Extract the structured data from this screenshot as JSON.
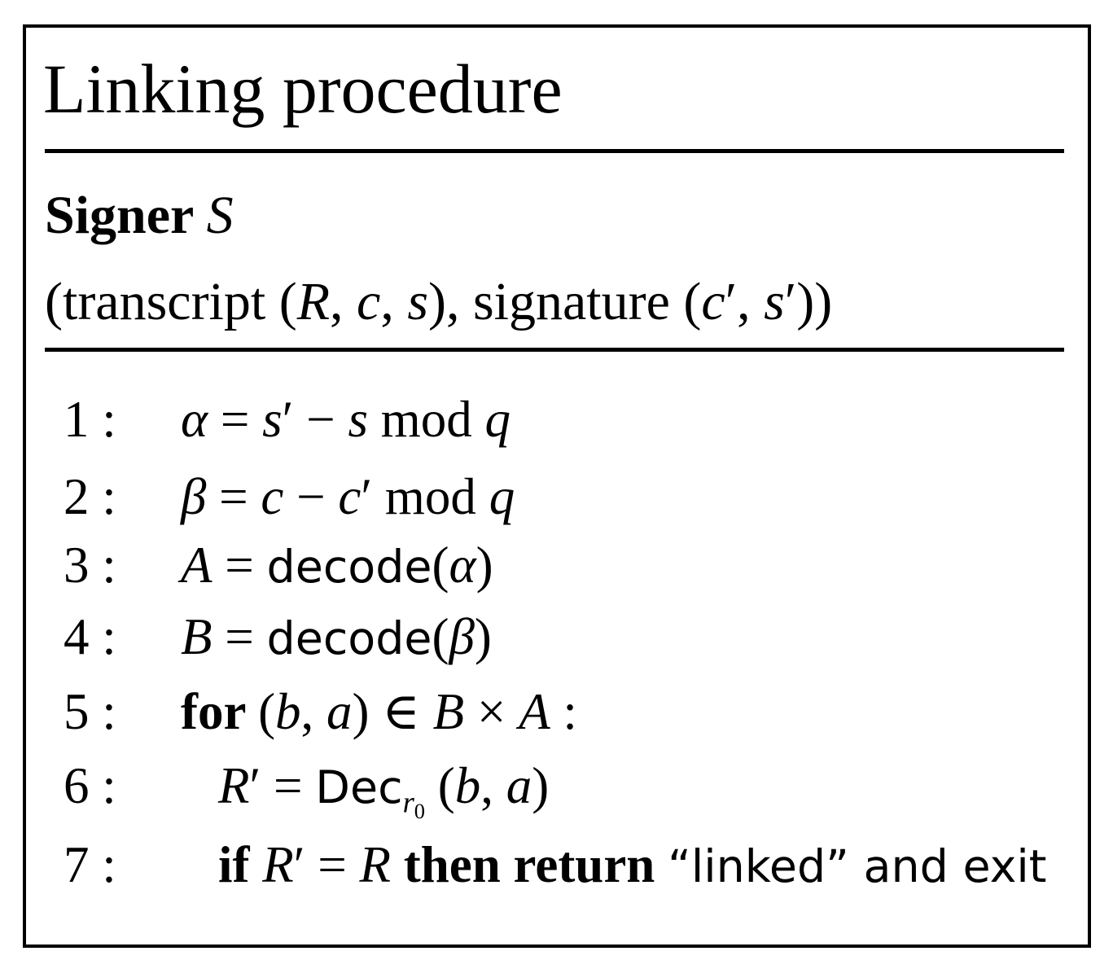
{
  "figure": {
    "title": "Linking procedure",
    "header": {
      "party_line": [
        {
          "t": "Signer ",
          "s": "bf",
          "n": "signer-keyword"
        },
        {
          "t": "S",
          "s": "cal",
          "n": "signer-symbol"
        }
      ],
      "input_line": [
        {
          "t": "(transcript (",
          "s": "rm"
        },
        {
          "t": "R",
          "s": "it"
        },
        {
          "t": ", ",
          "s": "rm"
        },
        {
          "t": "c",
          "s": "it"
        },
        {
          "t": ", ",
          "s": "rm"
        },
        {
          "t": "s",
          "s": "it"
        },
        {
          "t": "), signature (",
          "s": "rm"
        },
        {
          "t": "c",
          "s": "it"
        },
        {
          "t": "′",
          "s": "rm"
        },
        {
          "t": ", ",
          "s": "rm"
        },
        {
          "t": "s",
          "s": "it"
        },
        {
          "t": "′",
          "s": "rm"
        },
        {
          "t": "))",
          "s": "rm"
        }
      ]
    },
    "steps": [
      {
        "num": "1 :",
        "indent": 0,
        "segments": [
          {
            "t": "α",
            "s": "it"
          },
          {
            "t": " = ",
            "s": "rm"
          },
          {
            "t": "s",
            "s": "it"
          },
          {
            "t": "′",
            "s": "rm"
          },
          {
            "t": " − ",
            "s": "rm"
          },
          {
            "t": "s",
            "s": "it"
          },
          {
            "t": " mod ",
            "s": "rm"
          },
          {
            "t": "q",
            "s": "it"
          }
        ]
      },
      {
        "num": "2 :",
        "indent": 0,
        "segments": [
          {
            "t": "β",
            "s": "it"
          },
          {
            "t": " = ",
            "s": "rm"
          },
          {
            "t": "c",
            "s": "it"
          },
          {
            "t": " − ",
            "s": "rm"
          },
          {
            "t": "c",
            "s": "it"
          },
          {
            "t": "′",
            "s": "rm"
          },
          {
            "t": " mod ",
            "s": "rm"
          },
          {
            "t": "q",
            "s": "it"
          }
        ]
      },
      {
        "num": "3 :",
        "indent": 0,
        "segments": [
          {
            "t": "A",
            "s": "it"
          },
          {
            "t": " = ",
            "s": "rm"
          },
          {
            "t": "decode",
            "s": "sf"
          },
          {
            "t": "(",
            "s": "rm"
          },
          {
            "t": "α",
            "s": "it"
          },
          {
            "t": ")",
            "s": "rm"
          }
        ]
      },
      {
        "num": "4 :",
        "indent": 0,
        "segments": [
          {
            "t": "B",
            "s": "it"
          },
          {
            "t": " = ",
            "s": "rm"
          },
          {
            "t": "decode",
            "s": "sf"
          },
          {
            "t": "(",
            "s": "rm"
          },
          {
            "t": "β",
            "s": "it"
          },
          {
            "t": ")",
            "s": "rm"
          }
        ]
      },
      {
        "num": "5 :",
        "indent": 0,
        "segments": [
          {
            "t": "for ",
            "s": "bf"
          },
          {
            "t": "(",
            "s": "rm"
          },
          {
            "t": "b",
            "s": "it"
          },
          {
            "t": ", ",
            "s": "rm"
          },
          {
            "t": "a",
            "s": "it"
          },
          {
            "t": ") ∈ ",
            "s": "rm"
          },
          {
            "t": "B",
            "s": "it"
          },
          {
            "t": " × ",
            "s": "rm"
          },
          {
            "t": "A",
            "s": "it"
          },
          {
            "t": " :",
            "s": "rm"
          }
        ]
      },
      {
        "num": "6 :",
        "indent": 1,
        "segments": [
          {
            "t": "R",
            "s": "it"
          },
          {
            "t": "′",
            "s": "rm"
          },
          {
            "t": " = ",
            "s": "rm"
          },
          {
            "t": "Dec",
            "s": "sf"
          },
          {
            "t": "r",
            "s": "it sub"
          },
          {
            "t": "0",
            "s": "rm subsub"
          },
          {
            "t": " (",
            "s": "rm"
          },
          {
            "t": "b",
            "s": "it"
          },
          {
            "t": ", ",
            "s": "rm"
          },
          {
            "t": "a",
            "s": "it"
          },
          {
            "t": ")",
            "s": "rm"
          }
        ]
      },
      {
        "num": "7 :",
        "indent": 1,
        "segments": [
          {
            "t": "if ",
            "s": "bf"
          },
          {
            "t": "R",
            "s": "it"
          },
          {
            "t": "′",
            "s": "rm"
          },
          {
            "t": " = ",
            "s": "rm"
          },
          {
            "t": "R",
            "s": "it"
          },
          {
            "t": " then return ",
            "s": "bf"
          },
          {
            "t": "“linked”",
            "s": "sf"
          },
          {
            "t": " and exit",
            "s": "sf"
          }
        ]
      }
    ]
  },
  "colors": {
    "ink": "#000000",
    "paper": "#ffffff"
  }
}
